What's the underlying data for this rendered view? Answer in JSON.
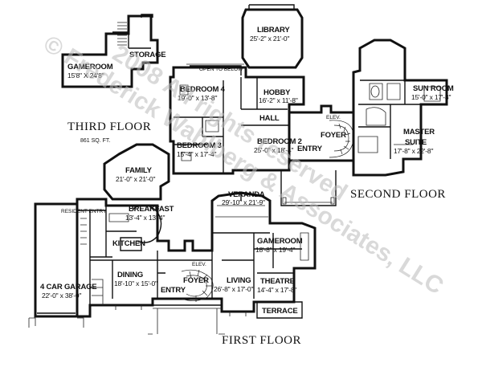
{
  "watermark": {
    "line1": "© Frederick Wahlberg & Associates, LLC",
    "line2": "2008 All rights reserved"
  },
  "floors": {
    "third": {
      "label": "THIRD FLOOR",
      "sqft": "861 SQ. FT."
    },
    "second": {
      "label": "SECOND FLOOR"
    },
    "first": {
      "label": "FIRST FLOOR"
    }
  },
  "rooms": {
    "gameroom3": {
      "name": "GAMEROOM",
      "dims": "15'8\" X 24'8\""
    },
    "storage": {
      "name": "STORAGE"
    },
    "library": {
      "name": "LIBRARY",
      "dims": "25'-2\" x 21'-0\""
    },
    "open_to_below": {
      "name": "OPEN TO BELOW"
    },
    "bedroom4": {
      "name": "BEDROOM 4",
      "dims": "19'-0\" x 13'-8\""
    },
    "hobby": {
      "name": "HOBBY",
      "dims": "16'-2\" x 11'-8\""
    },
    "hall": {
      "name": "HALL"
    },
    "bedroom3": {
      "name": "BEDROOM 3",
      "dims": "15'-4\" x 17'-4\""
    },
    "bedroom2": {
      "name": "BEDROOM 2",
      "dims": "25'-0\" x 18'-4\""
    },
    "entry2": {
      "name": "ENTRY"
    },
    "foyer2": {
      "name": "FOYER"
    },
    "elev2": {
      "name": "ELEV."
    },
    "sunroom": {
      "name": "SUN ROOM",
      "dims": "15'-0\" x 17'-8\""
    },
    "master": {
      "name": "MASTER",
      "name2": "SUITE",
      "dims": "17'-8\" x 22'-8\""
    },
    "family": {
      "name": "FAMILY",
      "dims": "21'-0\" x 21'-0\""
    },
    "breakfast": {
      "name": "BREAKFAST",
      "dims": "13'-4\" x 13'-4\""
    },
    "resident_entry": {
      "name": "RESIDENT ENTRY"
    },
    "kitchen": {
      "name": "KITCHEN"
    },
    "veranda": {
      "name": "VERANDA",
      "dims": "29'-10\" x 21'-9\""
    },
    "gameroom1": {
      "name": "GAMEROOM",
      "dims": "18'-8\" x 19'-4\""
    },
    "garage": {
      "name": "4 CAR GARAGE",
      "dims": "22'-0\" x 38'-0\""
    },
    "dining": {
      "name": "DINING",
      "dims": "18'-10\" x 15'-0\""
    },
    "entry1": {
      "name": "ENTRY"
    },
    "foyer1": {
      "name": "FOYER"
    },
    "elev1": {
      "name": "ELEV."
    },
    "living": {
      "name": "LIVING",
      "dims": "26'-8\" x 17'-0\""
    },
    "theatre": {
      "name": "THEATRE",
      "dims": "14'-4\" x 17'-8\""
    },
    "terrace": {
      "name": "TERRACE"
    }
  }
}
